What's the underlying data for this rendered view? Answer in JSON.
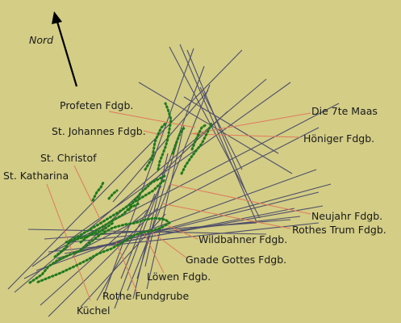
{
  "colors": {
    "background": "#d3cd86",
    "vein_lines": "#4f4f6a",
    "leader_lines": "#e07a5a",
    "mine_workings": "#1f7a1f",
    "text": "#1a1a1a"
  },
  "labels": {
    "nord": "Nord",
    "profeten": "Profeten Fdgb.",
    "st_johannes": "St. Johannes Fdgb.",
    "st_christof": "St. Christof",
    "st_katharina": "St. Katharina",
    "die_7te_maas": "Die 7te Maas",
    "hoeniger": "Höniger Fdgb.",
    "neujahr": "Neujahr Fdgb.",
    "rothes_trum": "Rothes Trum Fdgb.",
    "wildbahner": "Wildbahner Fdgb.",
    "gnade_gottes": "Gnade Gottes Fdgb.",
    "loewen": "Löwen Fdgb.",
    "rothe_fundgrube": "Rothe Fundgrube",
    "kuechel": "Küchel"
  }
}
